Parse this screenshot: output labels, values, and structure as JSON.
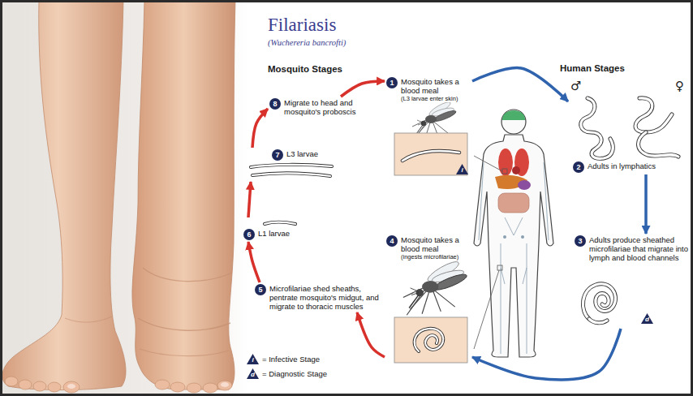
{
  "diagram": {
    "title": "Filariasis",
    "nodes": [
      {
        "text": [
          "1",
          "Mosquito takes a blood meal",
          "(L3 larvae enter skin)"
        ]
      },
      {
        "text": [
          "2",
          "Adults in lymphatics"
        ]
      },
      {
        "text": [
          "3",
          "Adults produce sheathed microfilariae that migrate into lymph and blood channels"
        ]
      },
      {
        "text": [
          "4",
          "Mosquito takes a blood meal",
          "(ingests microfilariae)"
        ]
      },
      {
        "text": [
          "5",
          "Microfilariae shed sheaths, pentrate mosquito's midgut, and migrate to thoracic muscles"
        ]
      },
      {
        "text": [
          "6",
          "L1 larvae"
        ]
      },
      {
        "text": [
          "7",
          "L3 larvae"
        ]
      },
      {
        "text": [
          "8",
          "Migrate to head and mosquito's proboscis"
        ]
      }
    ],
    "edges": [
      {
        "from": 0,
        "to": 1,
        "arrow": "to"
      },
      {
        "from": 1,
        "to": 2,
        "arrow": "to"
      },
      {
        "from": 2,
        "to": 3,
        "arrow": "to"
      },
      {
        "from": 3,
        "to": 4,
        "arrow": "to"
      },
      {
        "from": 4,
        "to": 5,
        "arrow": "to"
      },
      {
        "from": 5,
        "to": 6,
        "arrow": "to"
      },
      {
        "from": 6,
        "to": 7,
        "arrow": "to"
      },
      {
        "from": 7,
        "to": 0,
        "arrow": "to"
      }
    ],
    "labels": [
      "(Wuchereria bancrofti)",
      "Mosquito Stages",
      "Human Stages",
      "♂",
      "♀",
      "i",
      "d",
      "i",
      "d"
    ],
    "legend": [
      {
        "text": "= Infective Stage"
      },
      {
        "text": "= Diagnostic Stage"
      }
    ]
  }
}
